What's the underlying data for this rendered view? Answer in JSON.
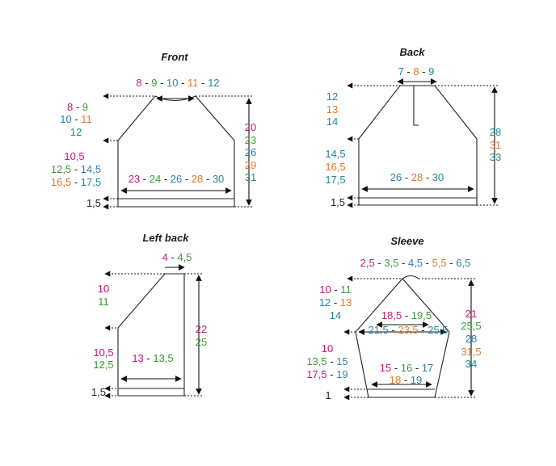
{
  "colors": {
    "magenta": "#c4187a",
    "green": "#3a9a3a",
    "blue": "#2a7fae",
    "orange": "#e0782a",
    "teal": "#1f8a96",
    "black": "#222222"
  },
  "front": {
    "title": "Front",
    "neck_width": [
      "8",
      "9",
      "10",
      "11",
      "12"
    ],
    "side_top": [
      "8",
      "9",
      "10",
      "11",
      "12"
    ],
    "side_mid": [
      "10,5",
      "12,5",
      "14,5",
      "16,5",
      "17,5"
    ],
    "width": [
      "23",
      "24",
      "26",
      "28",
      "30"
    ],
    "height": [
      "20",
      "23",
      "26",
      "29",
      "31"
    ],
    "rib": "1,5"
  },
  "back": {
    "title": "Back",
    "neck_width": [
      "7",
      "8",
      "9"
    ],
    "side_top": [
      "12",
      "13",
      "14"
    ],
    "side_mid": [
      "14,5",
      "16,5",
      "17,5"
    ],
    "width": [
      "26",
      "28",
      "30"
    ],
    "height": [
      "28",
      "31",
      "33"
    ],
    "rib": "1,5"
  },
  "left_back": {
    "title": "Left back",
    "top_width": [
      "4",
      "4,5"
    ],
    "side_top": [
      "10",
      "11"
    ],
    "side_mid": [
      "10,5",
      "12,5"
    ],
    "width": [
      "13",
      "13,5"
    ],
    "height": [
      "22",
      "25"
    ],
    "rib": "1,5"
  },
  "sleeve": {
    "title": "Sleeve",
    "top_width": [
      "2,5",
      "3,5",
      "4,5",
      "5,5",
      "6,5"
    ],
    "cap_side": [
      "10",
      "11",
      "12",
      "13",
      "14"
    ],
    "cap_width": [
      "18,5",
      "19,5"
    ],
    "upper_width": [
      "21,5",
      "23,5",
      "25,5"
    ],
    "lower_side": [
      "10",
      "13,5",
      "15",
      "17,5",
      "19"
    ],
    "cuff_width": [
      "15",
      "16",
      "17",
      "18",
      "19"
    ],
    "height": [
      "21",
      "25,5",
      "28",
      "31,5",
      "34"
    ],
    "rib": "1"
  }
}
